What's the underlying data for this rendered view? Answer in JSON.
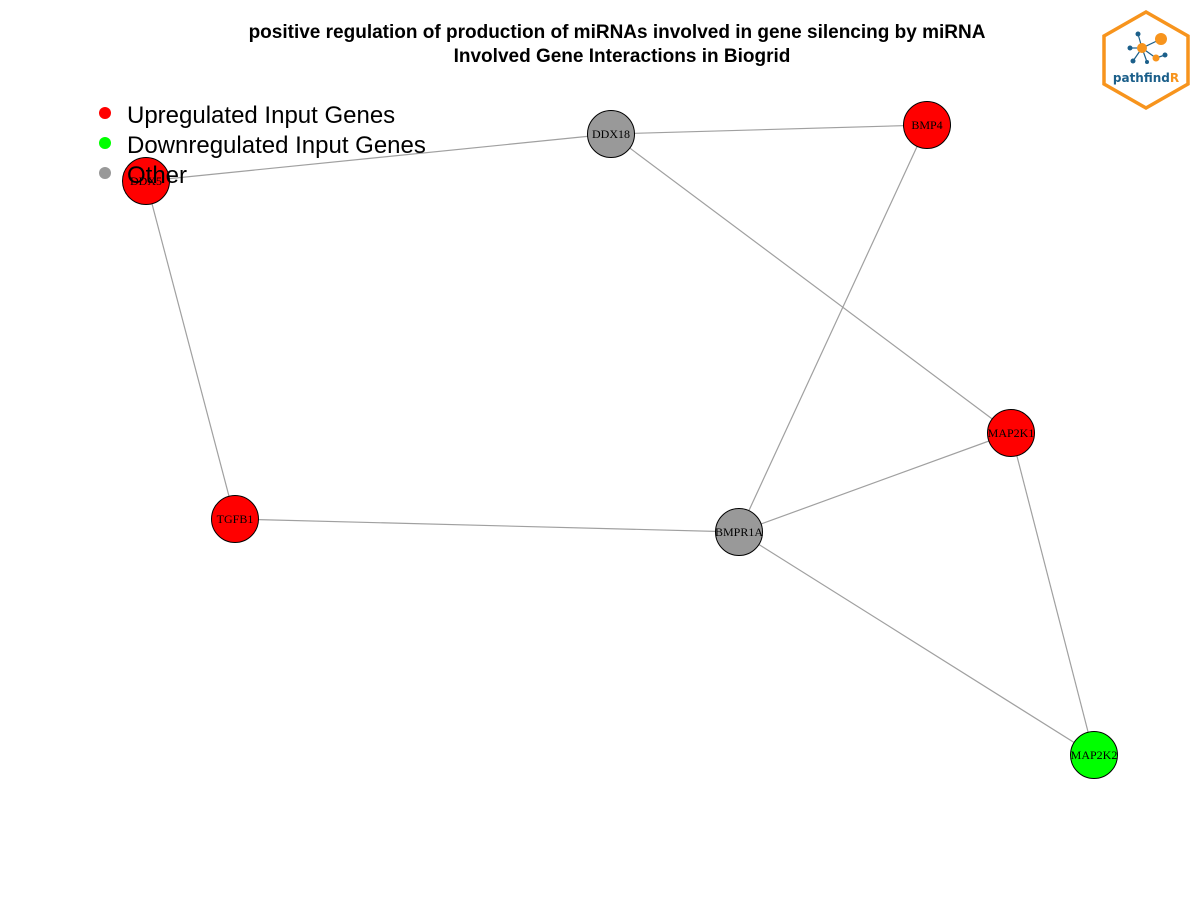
{
  "title": {
    "line1": "positive regulation of production of miRNAs involved in gene silencing by miRNA",
    "line2": "Involved Gene Interactions in Biogrid"
  },
  "legend": [
    {
      "key": "up",
      "label": "Upregulated Input Genes",
      "color": "#ff0000"
    },
    {
      "key": "down",
      "label": "Downregulated Input Genes",
      "color": "#00ff00"
    },
    {
      "key": "other",
      "label": "Other",
      "color": "#999999"
    }
  ],
  "logo": {
    "text_main": "pathfind",
    "text_accent": "R",
    "border_color": "#f7941d",
    "text_color": "#1b5f8a",
    "accent_color": "#f7941d"
  },
  "colors": {
    "edge": "#a0a0a0",
    "up": "#ff0000",
    "down": "#00ff00",
    "other": "#999999"
  },
  "nodes": [
    {
      "id": "DDX18",
      "label": "DDX18",
      "status": "other"
    },
    {
      "id": "BMP4",
      "label": "BMP4",
      "status": "up"
    },
    {
      "id": "DDX5",
      "label": "DDX5",
      "status": "up"
    },
    {
      "id": "MAP2K1",
      "label": "MAP2K1",
      "status": "up"
    },
    {
      "id": "TGFB1",
      "label": "TGFB1",
      "status": "up"
    },
    {
      "id": "BMPR1A",
      "label": "BMPR1A",
      "status": "other"
    },
    {
      "id": "MAP2K2",
      "label": "MAP2K2",
      "status": "down"
    }
  ],
  "edges": [
    {
      "source": "DDX5",
      "target": "DDX18"
    },
    {
      "source": "DDX18",
      "target": "BMP4"
    },
    {
      "source": "DDX18",
      "target": "MAP2K1"
    },
    {
      "source": "DDX5",
      "target": "TGFB1"
    },
    {
      "source": "BMP4",
      "target": "BMPR1A"
    },
    {
      "source": "TGFB1",
      "target": "BMPR1A"
    },
    {
      "source": "BMPR1A",
      "target": "MAP2K1"
    },
    {
      "source": "BMPR1A",
      "target": "MAP2K2"
    },
    {
      "source": "MAP2K1",
      "target": "MAP2K2"
    }
  ]
}
